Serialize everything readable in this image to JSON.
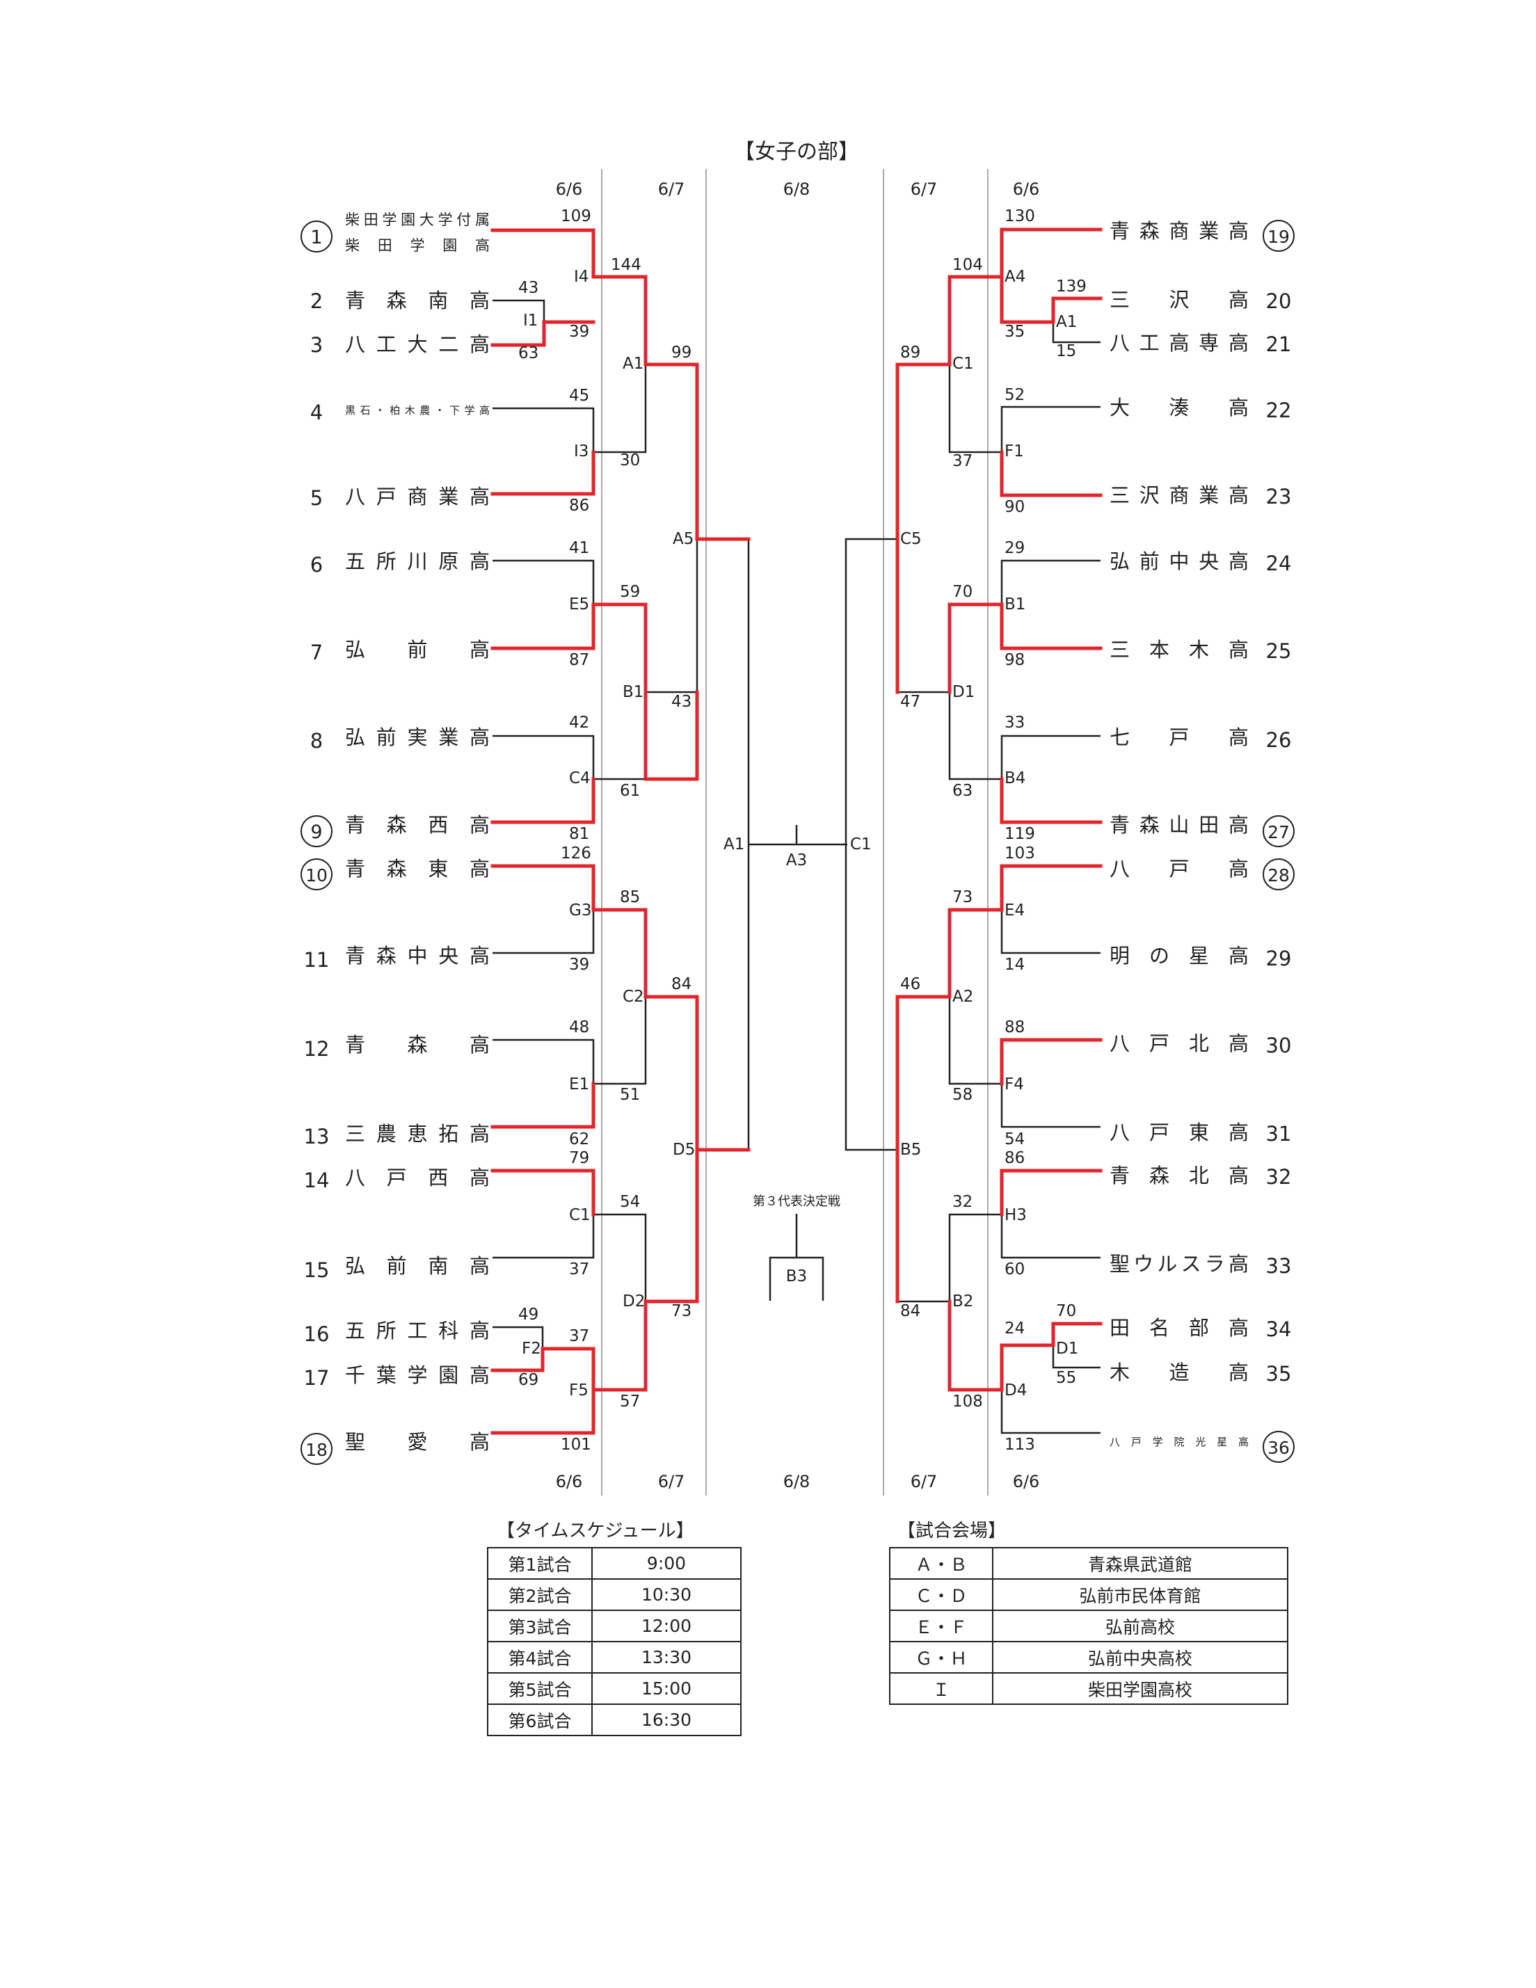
{
  "title": "【女子の部】",
  "dates": {
    "top": [
      "6/6",
      "6/7",
      "6/8",
      "6/7",
      "6/6"
    ],
    "bottom": [
      "6/6",
      "6/7",
      "6/8",
      "6/7",
      "6/6"
    ]
  },
  "teams_left": [
    {
      "num": "1",
      "seed": true,
      "name": "柴田学園大学付属",
      "name2": "柴　田　学　園　高"
    },
    {
      "num": "2",
      "seed": false,
      "name": "青　森　南　高"
    },
    {
      "num": "3",
      "seed": false,
      "name": "八 工 大 二 高"
    },
    {
      "num": "4",
      "seed": false,
      "name": "黒石・柏木農・下学高"
    },
    {
      "num": "5",
      "seed": false,
      "name": "八 戸 商 業 高"
    },
    {
      "num": "6",
      "seed": false,
      "name": "五 所 川 原 高"
    },
    {
      "num": "7",
      "seed": false,
      "name": "弘　　前　　高"
    },
    {
      "num": "8",
      "seed": false,
      "name": "弘 前 実 業 高"
    },
    {
      "num": "9",
      "seed": true,
      "name": "青　森　西　高"
    },
    {
      "num": "10",
      "seed": true,
      "name": "青　森　東　高"
    },
    {
      "num": "11",
      "seed": false,
      "name": "青 森 中 央 高"
    },
    {
      "num": "12",
      "seed": false,
      "name": "青　　森　　高"
    },
    {
      "num": "13",
      "seed": false,
      "name": "三 農 恵 拓 高"
    },
    {
      "num": "14",
      "seed": false,
      "name": "八　戸　西　高"
    },
    {
      "num": "15",
      "seed": false,
      "name": "弘　前　南　高"
    },
    {
      "num": "16",
      "seed": false,
      "name": "五 所 工 科 高"
    },
    {
      "num": "17",
      "seed": false,
      "name": "千 葉 学 園 高"
    },
    {
      "num": "18",
      "seed": true,
      "name": "聖　　愛　　高"
    }
  ],
  "teams_right": [
    {
      "num": "19",
      "seed": true,
      "name": "青 森 商 業 高"
    },
    {
      "num": "20",
      "seed": false,
      "name": "三　　沢　　高"
    },
    {
      "num": "21",
      "seed": false,
      "name": "八 工 高 専 高"
    },
    {
      "num": "22",
      "seed": false,
      "name": "大　　湊　　高"
    },
    {
      "num": "23",
      "seed": false,
      "name": "三 沢 商 業 高"
    },
    {
      "num": "24",
      "seed": false,
      "name": "弘 前 中 央 高"
    },
    {
      "num": "25",
      "seed": false,
      "name": "三　本　木　高"
    },
    {
      "num": "26",
      "seed": false,
      "name": "七　　戸　　高"
    },
    {
      "num": "27",
      "seed": true,
      "name": "青 森 山 田 高"
    },
    {
      "num": "28",
      "seed": true,
      "name": "八　　戸　　高"
    },
    {
      "num": "29",
      "seed": false,
      "name": "明　の　星　高"
    },
    {
      "num": "30",
      "seed": false,
      "name": "八　戸　北　高"
    },
    {
      "num": "31",
      "seed": false,
      "name": "八　戸　東　高"
    },
    {
      "num": "32",
      "seed": false,
      "name": "青　森　北　高"
    },
    {
      "num": "33",
      "seed": false,
      "name": "聖ウルスラ高"
    },
    {
      "num": "34",
      "seed": false,
      "name": "田　名　部　高"
    },
    {
      "num": "35",
      "seed": false,
      "name": "木　　造　　高"
    },
    {
      "num": "36",
      "seed": true,
      "name": "八 戸 学 院 光 星 高"
    }
  ],
  "match_labels": {
    "I1": "I1",
    "I4": "I4",
    "I3": "I3",
    "E5": "E5",
    "C4": "C4",
    "G3": "G3",
    "E1": "E1",
    "C1L": "C1",
    "F2": "F2",
    "F5": "F5",
    "A1L": "A1",
    "B1L": "B1",
    "C2": "C2",
    "D2": "D2",
    "A5": "A5",
    "D5": "D5",
    "A1R": "A1",
    "A4": "A4",
    "F1": "F1",
    "B1R": "B1",
    "B4": "B4",
    "E4": "E4",
    "F4": "F4",
    "H3": "H3",
    "D1": "D1",
    "D4": "D4",
    "C1R": "C1",
    "D1R": "D1",
    "A2": "A2",
    "B2": "B2",
    "C5": "C5",
    "B5": "B5",
    "final_left": "A1",
    "final_right": "C1",
    "final_center": "A3",
    "third_place": "B3"
  },
  "third_place_title": "第３代表決定戦",
  "scores": {
    "s1": "109",
    "s2": "43",
    "s3": "39",
    "s4": "63",
    "s5": "45",
    "s6": "86",
    "s7": "144",
    "s8": "30",
    "s9": "99",
    "s10": "41",
    "s11": "87",
    "s12": "59",
    "s13": "42",
    "s14": "81",
    "s15": "61",
    "s16": "43",
    "s17": "126",
    "s18": "39",
    "s19": "85",
    "s20": "48",
    "s21": "62",
    "s22": "51",
    "s23": "84",
    "s24": "79",
    "s25": "37",
    "s26": "54",
    "s27": "49",
    "s28": "69",
    "s29": "37",
    "s30": "101",
    "s31": "57",
    "s32": "73",
    "r1": "130",
    "r2": "139",
    "r3": "35",
    "r4": "15",
    "r5": "104",
    "r6": "52",
    "r7": "90",
    "r8": "37",
    "r9": "89",
    "r10": "29",
    "r11": "98",
    "r12": "70",
    "r13": "33",
    "r14": "119",
    "r15": "63",
    "r16": "47",
    "r17": "103",
    "r18": "14",
    "r19": "73",
    "r20": "88",
    "r21": "54",
    "r22": "58",
    "r23": "46",
    "r24": "86",
    "r25": "60",
    "r26": "32",
    "r27": "70",
    "r28": "55",
    "r29": "24",
    "r30": "113",
    "r31": "108",
    "r32": "84"
  },
  "schedule": {
    "title": "【タイムスケジュール】",
    "rows": [
      {
        "match": "第1試合",
        "time": "9:00"
      },
      {
        "match": "第2試合",
        "time": "10:30"
      },
      {
        "match": "第3試合",
        "time": "12:00"
      },
      {
        "match": "第4試合",
        "time": "13:30"
      },
      {
        "match": "第5試合",
        "time": "15:00"
      },
      {
        "match": "第6試合",
        "time": "16:30"
      }
    ]
  },
  "venues": {
    "title": "【試合会場】",
    "rows": [
      {
        "code": "Ａ・Ｂ",
        "place": "青森県武道館"
      },
      {
        "code": "Ｃ・Ｄ",
        "place": "弘前市民体育館"
      },
      {
        "code": "Ｅ・Ｆ",
        "place": "弘前高校"
      },
      {
        "code": "Ｇ・Ｈ",
        "place": "弘前中央高校"
      },
      {
        "code": "Ｉ",
        "place": "柴田学園高校"
      }
    ]
  },
  "colors": {
    "win": "#e0262c",
    "line": "#222222",
    "divider": "#aaaaaa"
  }
}
